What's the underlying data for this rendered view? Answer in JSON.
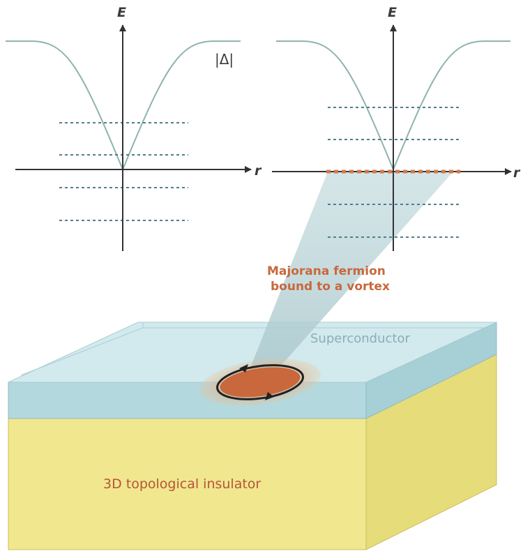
{
  "left_plot": {
    "y_axis_label": "E",
    "x_axis_label": "r",
    "gap_label": "|Δ|"
  },
  "right_plot": {
    "y_axis_label": "E",
    "x_axis_label": "r"
  },
  "annotation": {
    "line1": "Majorana fermion",
    "line2": "bound to a vortex"
  },
  "slab": {
    "superconductor_label": "Superconductor",
    "insulator_label": "3D topological insulator"
  },
  "colors": {
    "curve": "#8fb3b0",
    "axis": "#333333",
    "dashed_level": "#4e7f8a",
    "zero_mode": "#d2784a",
    "superconductor": "#b9dde3",
    "insulator": "#f1e78e",
    "majorana_text": "#c8683c",
    "insulator_text": "#b5543a",
    "vortex_core": "#c8683c"
  }
}
